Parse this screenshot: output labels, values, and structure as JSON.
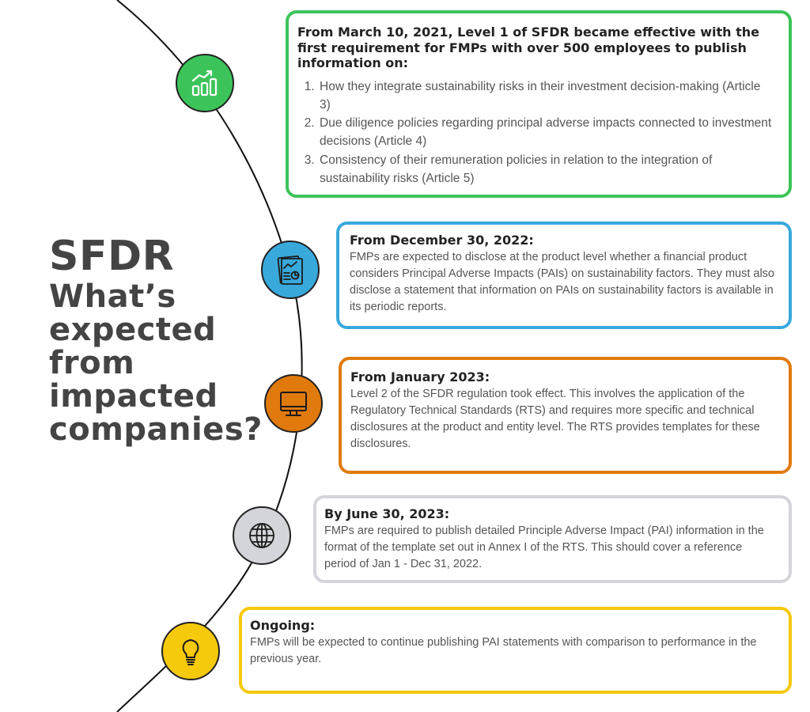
{
  "title": {
    "line1": "SFDR",
    "line2": "What’s expected from impacted companies?"
  },
  "colors": {
    "green": "#3cc45a",
    "blue": "#39a9dc",
    "orange": "#e07a0c",
    "gray": "#d4d5da",
    "yellow": "#f5c90c"
  },
  "icons": [
    "bar-chart-growth-icon",
    "report-document-icon",
    "computer-monitor-icon",
    "globe-icon",
    "lightbulb-icon"
  ],
  "cards": [
    {
      "heading": "From March 10, 2021, Level 1 of SFDR became effective with the first requirement for FMPs with over 500 employees to publish information on:",
      "items": [
        "How they integrate sustainability risks in their investment decision-making (Article 3)",
        "Due diligence policies regarding principal adverse impacts connected to investment decisions (Article 4)",
        "Consistency of their remuneration policies in relation to the integration of sustainability risks (Article 5)"
      ]
    },
    {
      "heading": "From December 30, 2022:",
      "body": "FMPs are expected to disclose at the product level whether a financial product considers Principal Adverse Impacts (PAIs) on sustainability factors. They must also disclose a statement that information on PAIs on sustainability factors is available in its periodic reports."
    },
    {
      "heading": "From January 2023:",
      "body": "Level 2 of the SFDR regulation took effect. This involves the application of the Regulatory Technical Standards (RTS) and requires more specific and technical disclosures at the product and entity level. The RTS provides templates for these disclosures."
    },
    {
      "heading": "By June 30, 2023:",
      "body": "FMPs are required to publish detailed Principle Adverse Impact (PAI) information in the format of the template set out in Annex I of the RTS. This should cover a reference period of Jan 1 - Dec 31, 2022."
    },
    {
      "heading": "Ongoing:",
      "body": "FMPs will be expected to continue publishing PAI statements with comparison to performance in the previous year."
    }
  ]
}
